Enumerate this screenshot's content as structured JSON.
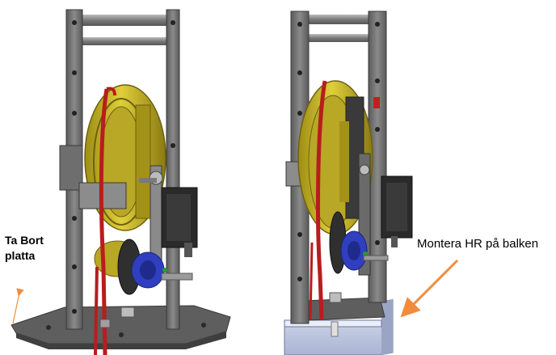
{
  "annotations": {
    "left": {
      "line1": "Ta Bort",
      "line2": "platta"
    },
    "right": {
      "text": "Montera HR på balken"
    }
  },
  "colors": {
    "arrow": "#f28c3c",
    "frame": "#707070",
    "frame_dark": "#4d4d4d",
    "pulley": "#c9b82a",
    "pulley_dark": "#8a7a12",
    "belt": "#b81d1d",
    "motor": "#2a2a2a",
    "small_pulley": "#2f3fc0",
    "gear": "#3a3a3a",
    "bracket_plate": "#c9d2ea"
  }
}
